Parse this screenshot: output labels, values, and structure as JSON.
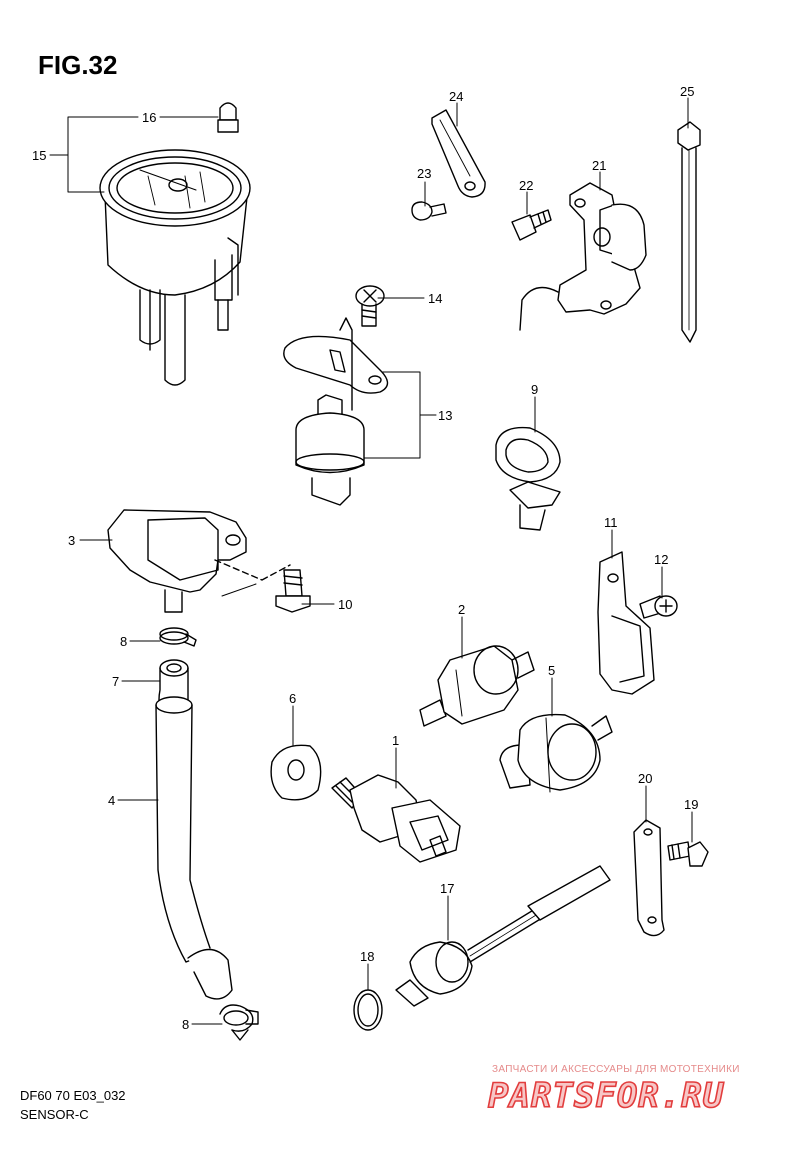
{
  "figure": {
    "title": "FIG.32",
    "code": "DF60 70 E03_032",
    "section": "SENSOR-C"
  },
  "callouts": [
    "16",
    "15",
    "24",
    "25",
    "23",
    "22",
    "21",
    "14",
    "13",
    "9",
    "3",
    "10",
    "8",
    "7",
    "11",
    "12",
    "2",
    "5",
    "6",
    "1",
    "4",
    "20",
    "19",
    "17",
    "18",
    "8"
  ],
  "watermark": {
    "tagline": "ЗАПЧАСТИ И АКСЕССУАРЫ ДЛЯ МОТОТЕХНИКИ",
    "brand": "PARTSFOR.RU"
  },
  "colors": {
    "line": "#000000",
    "watermark_text": "#e23d3d",
    "watermark_fill": "#f7c6c6"
  }
}
